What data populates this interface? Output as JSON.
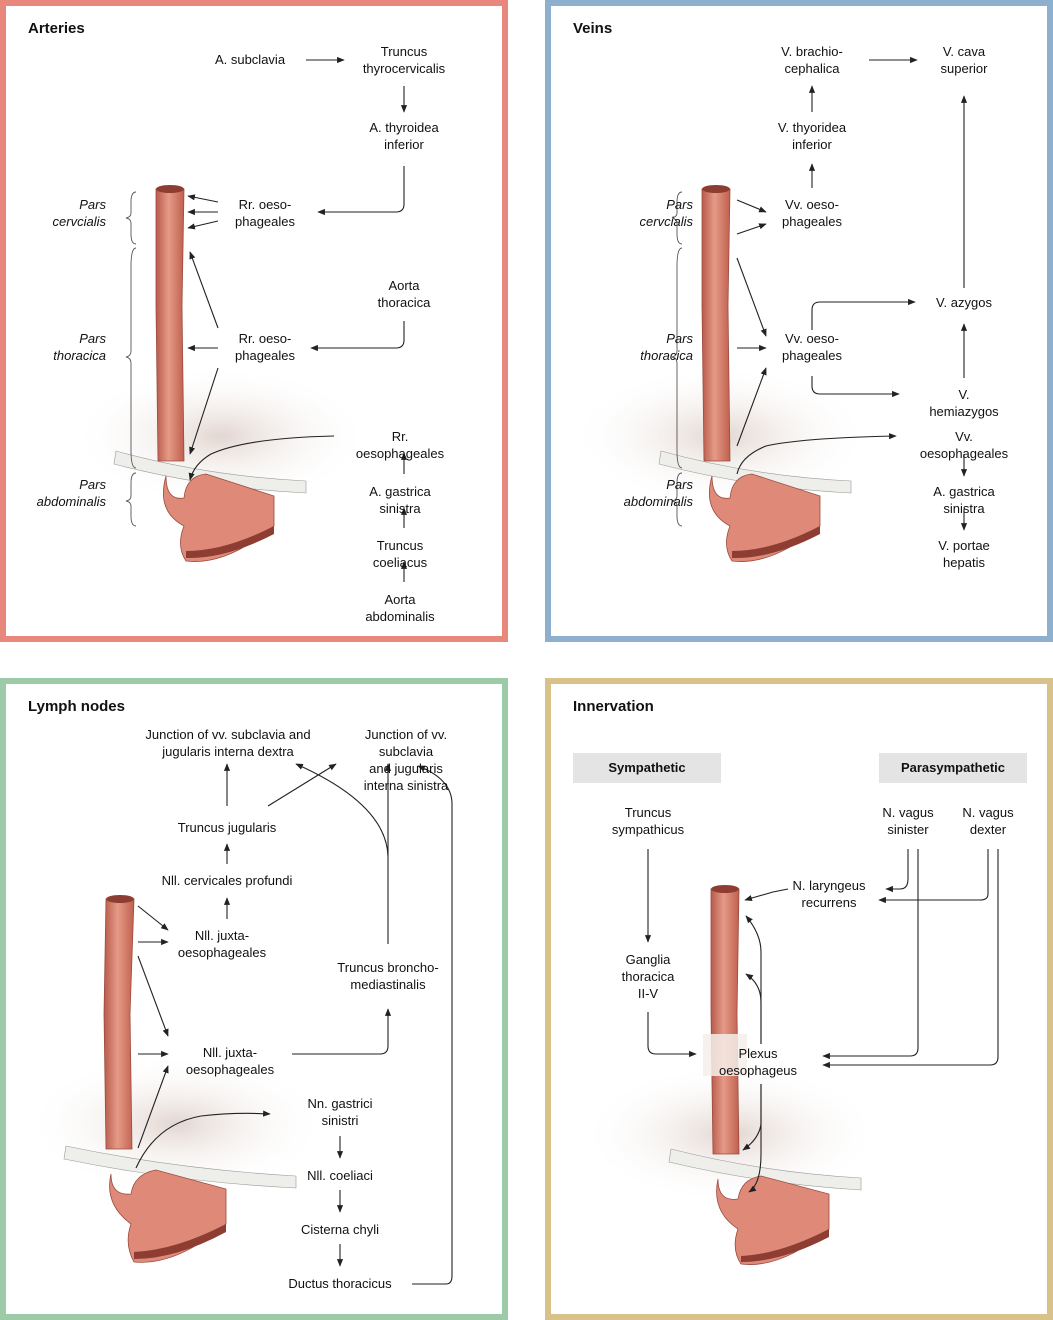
{
  "colors": {
    "arteries_border": "#e8877c",
    "veins_border": "#8eb0cf",
    "lymph_border": "#9dcba7",
    "innervation_border": "#d9c28a",
    "esophagus": "#df8a78",
    "esophagus_dark": "#b85a4b",
    "band": "#eeeeea",
    "background_tissue": "#ece6e2"
  },
  "arteries": {
    "title": "Arteries",
    "a_subclavia": "A. subclavia",
    "truncus_thyrocervicalis": "Truncus\nthyrocervicalis",
    "a_thyroidea_inferior": "A. thyroidea\ninferior",
    "rr_oeso_cervical": "Rr. oeso-\nphageales",
    "aorta_thoracica": "Aorta\nthoracica",
    "rr_oeso_thoracic": "Rr. oeso-\nphageales",
    "rr_oesophageales": "Rr. oesophageales",
    "a_gastrica_sinistra": "A. gastrica sinistra",
    "truncus_coeliacus": "Truncus coeliacus",
    "aorta_abdominalis": "Aorta abdominalis",
    "pars_cervicalis": "Pars\ncervcialis",
    "pars_thoracica": "Pars\nthoracica",
    "pars_abdominalis": "Pars\nabdominalis"
  },
  "veins": {
    "title": "Veins",
    "v_brachiocephalica": "V. brachio-\ncephalica",
    "v_cava_superior": "V. cava\nsuperior",
    "v_thyroidea_inferior": "V. thyoridea\ninferior",
    "vv_oeso_cervical": "Vv. oeso-\nphageales",
    "vv_oeso_thoracic": "Vv. oeso-\nphageales",
    "v_azygos": "V. azygos",
    "v_hemiazygos": "V. hemiazygos",
    "vv_oesophageales": "Vv. oesophageales",
    "a_gastrica_sinistra": "A. gastrica sinistra",
    "v_portae_hepatis": "V. portae hepatis",
    "pars_cervicalis": "Pars\ncervcialis",
    "pars_thoracica": "Pars\nthoracica",
    "pars_abdominalis": "Pars\nabdominalis"
  },
  "lymph": {
    "title": "Lymph nodes",
    "junction_dextra": "Junction of vv. subclavia and\njugularis interna dextra",
    "junction_sinistra": "Junction of vv. subclavia\nand jugularis interna sinistra",
    "truncus_jugularis": "Truncus jugularis",
    "nll_cervicales_profundi": "Nll. cervicales profundi",
    "nll_juxta_upper": "Nll. juxta-\noesophageales",
    "truncus_bronchomediastinalis": "Truncus broncho-\nmediastinalis",
    "nll_juxta_lower": "Nll. juxta-\noesophageales",
    "nn_gastrici_sinistri": "Nn. gastrici\nsinistri",
    "nll_coeliaci": "Nll. coeliaci",
    "cisterna_chyli": "Cisterna chyli",
    "ductus_thoracicus": "Ductus thoracicus"
  },
  "innervation": {
    "title": "Innervation",
    "sympathetic": "Sympathetic",
    "parasympathetic": "Parasympathetic",
    "truncus_sympathicus": "Truncus\nsympathicus",
    "n_vagus_sinister": "N. vagus\nsinister",
    "n_vagus_dexter": "N. vagus\ndexter",
    "n_laryngeus_recurrens": "N. laryngeus\nrecurrens",
    "ganglia_thoracica": "Ganglia\nthoracica\nII-V",
    "plexus_oesophageus": "Plexus\noesophageus"
  }
}
